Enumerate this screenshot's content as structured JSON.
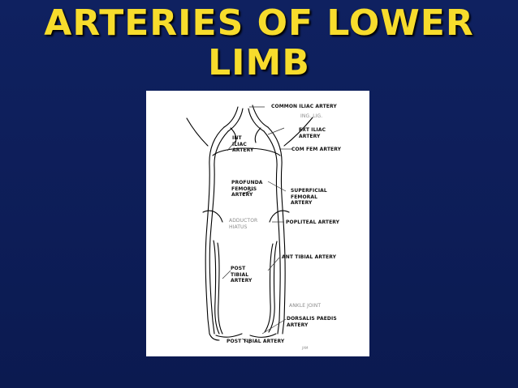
{
  "slide": {
    "title_line1": "ARTERIES OF LOWER",
    "title_line2": "LIMB",
    "title_color": "#f7dc2c",
    "background_color": "#0f2160"
  },
  "diagram": {
    "labels": {
      "common_iliac_artery": "COMMON ILIAC ARTERY",
      "inguinal_ligament": "ING. LIG.",
      "external_iliac_artery": "EXT ILIAC\nARTERY",
      "internal_iliac_artery": "INT\nILIAC\nARTERY",
      "common_femoral_artery": "COM FEM ARTERY",
      "profunda_femoris_artery": "PROFUNDA\nFEMORIS\nARTERY",
      "superficial_femoral_artery": "SUPERFICIAL\nFEMORAL\nARTERY",
      "adductor_hiatus": "ADDUCTOR\nHIATUS",
      "popliteal_artery": "POPLITEAL ARTERY",
      "anterior_tibial_artery": "ANT TIBIAL ARTERY",
      "posterior_tibial_artery": "POST\nTIBIAL\nARTERY",
      "ankle_joint": "ANKLE JOINT",
      "dorsalis_paedis_artery": "DORSALIS PAEDIS\nARTERY",
      "post_tibial_artery_bottom": "POST TIBIAL ARTERY",
      "signature": "JAM"
    }
  }
}
